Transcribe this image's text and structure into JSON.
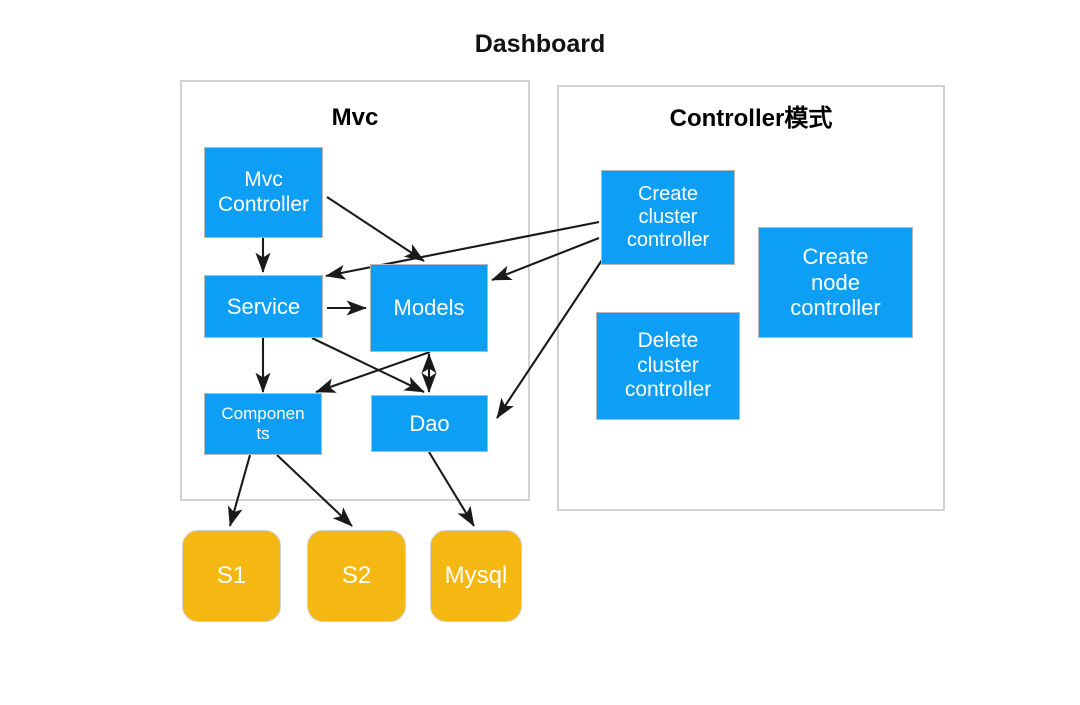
{
  "diagram": {
    "title": "Dashboard",
    "type": "block-architecture-diagram",
    "colors": {
      "node_blue": "#0d9ef5",
      "node_orange": "#f5b712",
      "panel_border": "#d2d2d2",
      "edge": "#1a1a1a",
      "text_on_node": "#ffffff",
      "title_text": "#121212"
    }
  },
  "panels": [
    {
      "id": "mvc",
      "title": "Mvc",
      "title_font_size": 24
    },
    {
      "id": "controller",
      "title": "Controller模式",
      "title_font_size": 24
    }
  ],
  "nodes": [
    {
      "id": "mvc-controller",
      "label_lines": [
        "Mvc",
        "Controller"
      ],
      "shape": "rect",
      "color": "blue",
      "panel": "mvc"
    },
    {
      "id": "service",
      "label_lines": [
        "Service"
      ],
      "shape": "rect",
      "color": "blue",
      "panel": "mvc"
    },
    {
      "id": "models",
      "label_lines": [
        "Models"
      ],
      "shape": "rect",
      "color": "blue",
      "panel": "mvc"
    },
    {
      "id": "components",
      "label_lines": [
        "Componen",
        "ts"
      ],
      "shape": "rect",
      "color": "blue",
      "panel": "mvc"
    },
    {
      "id": "dao",
      "label_lines": [
        "Dao"
      ],
      "shape": "rect",
      "color": "blue",
      "panel": "mvc"
    },
    {
      "id": "create-cluster-controller",
      "label_lines": [
        "Create",
        "cluster",
        "controller"
      ],
      "shape": "rect",
      "color": "blue",
      "panel": "controller"
    },
    {
      "id": "delete-cluster-controller",
      "label_lines": [
        "Delete",
        "cluster",
        "controller"
      ],
      "shape": "rect",
      "color": "blue",
      "panel": "controller"
    },
    {
      "id": "create-node-controller",
      "label_lines": [
        "Create",
        "node",
        "controller"
      ],
      "shape": "rect",
      "color": "blue",
      "panel": "controller"
    },
    {
      "id": "s1",
      "label_lines": [
        "S1"
      ],
      "shape": "rounded-rect",
      "color": "orange",
      "panel": null
    },
    {
      "id": "s2",
      "label_lines": [
        "S2"
      ],
      "shape": "rounded-rect",
      "color": "orange",
      "panel": null
    },
    {
      "id": "mysql",
      "label_lines": [
        "Mysql"
      ],
      "shape": "rounded-rect",
      "color": "orange",
      "panel": null
    }
  ],
  "edges": [
    {
      "from": "mvc-controller",
      "to": "service",
      "arrow": "single"
    },
    {
      "from": "mvc-controller",
      "to": "models",
      "arrow": "single"
    },
    {
      "from": "service",
      "to": "models",
      "arrow": "single"
    },
    {
      "from": "service",
      "to": "components",
      "arrow": "single"
    },
    {
      "from": "service",
      "to": "dao",
      "arrow": "single"
    },
    {
      "from": "models",
      "to": "dao",
      "arrow": "double"
    },
    {
      "from": "create-cluster-controller",
      "to": "service",
      "arrow": "single"
    },
    {
      "from": "create-cluster-controller",
      "to": "models",
      "arrow": "single"
    },
    {
      "from": "create-cluster-controller",
      "to": "dao",
      "arrow": "single"
    },
    {
      "from": "components",
      "to": "s1",
      "arrow": "single"
    },
    {
      "from": "components",
      "to": "s2",
      "arrow": "single"
    },
    {
      "from": "dao",
      "to": "mysql",
      "arrow": "single"
    }
  ]
}
